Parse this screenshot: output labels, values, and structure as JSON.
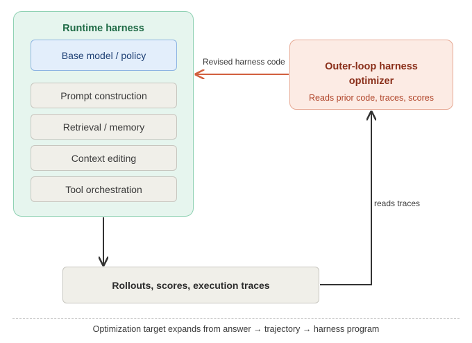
{
  "harness": {
    "title": "Runtime harness",
    "base_model": "Base model / policy",
    "modules": [
      "Prompt construction",
      "Retrieval / memory",
      "Context editing",
      "Tool orchestration"
    ]
  },
  "optimizer": {
    "title_line1": "Outer-loop harness",
    "title_line2": "optimizer",
    "subtitle": "Reads prior code, traces, scores"
  },
  "rollouts": {
    "label": "Rollouts, scores, execution traces"
  },
  "edges": {
    "revised_label": "Revised harness code",
    "reads_label": "reads traces"
  },
  "footer": {
    "text": "Optimization target expands from answer → trajectory → harness program"
  },
  "colors": {
    "feedback_arrow": "#d2603f",
    "flow_arrow": "#333333"
  }
}
